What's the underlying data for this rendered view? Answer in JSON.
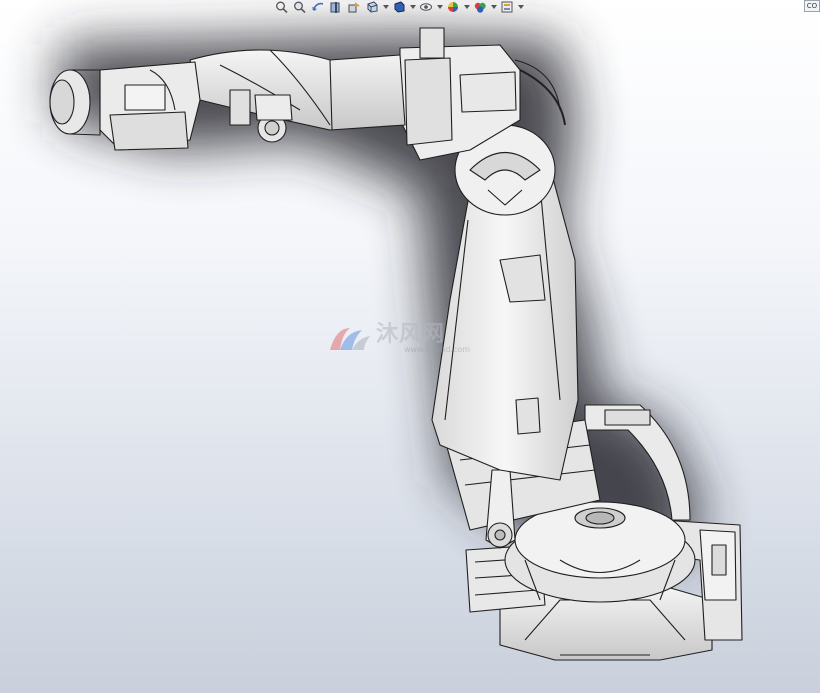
{
  "toolbar": {
    "icons": [
      "zoom-to-fit-icon",
      "zoom-to-area-icon",
      "previous-view-icon",
      "section-view-icon",
      "dynamic-annotation-icon",
      "view-orientation-icon",
      "display-style-icon",
      "hide-show-items-icon",
      "edit-appearance-icon",
      "apply-scene-icon",
      "view-settings-icon"
    ]
  },
  "corner_control": {
    "label": "CO"
  },
  "watermark": {
    "brand_cn": "沐风网",
    "url": "www.mfcad.com"
  },
  "colors": {
    "model_fill": "#eeeeee",
    "model_stroke": "#202020",
    "shadow": "#2a2c30",
    "background_top": "#ffffff",
    "background_bottom": "#c9d0db",
    "watermark_red": "#d83a3a",
    "watermark_blue": "#2a6bd4"
  }
}
